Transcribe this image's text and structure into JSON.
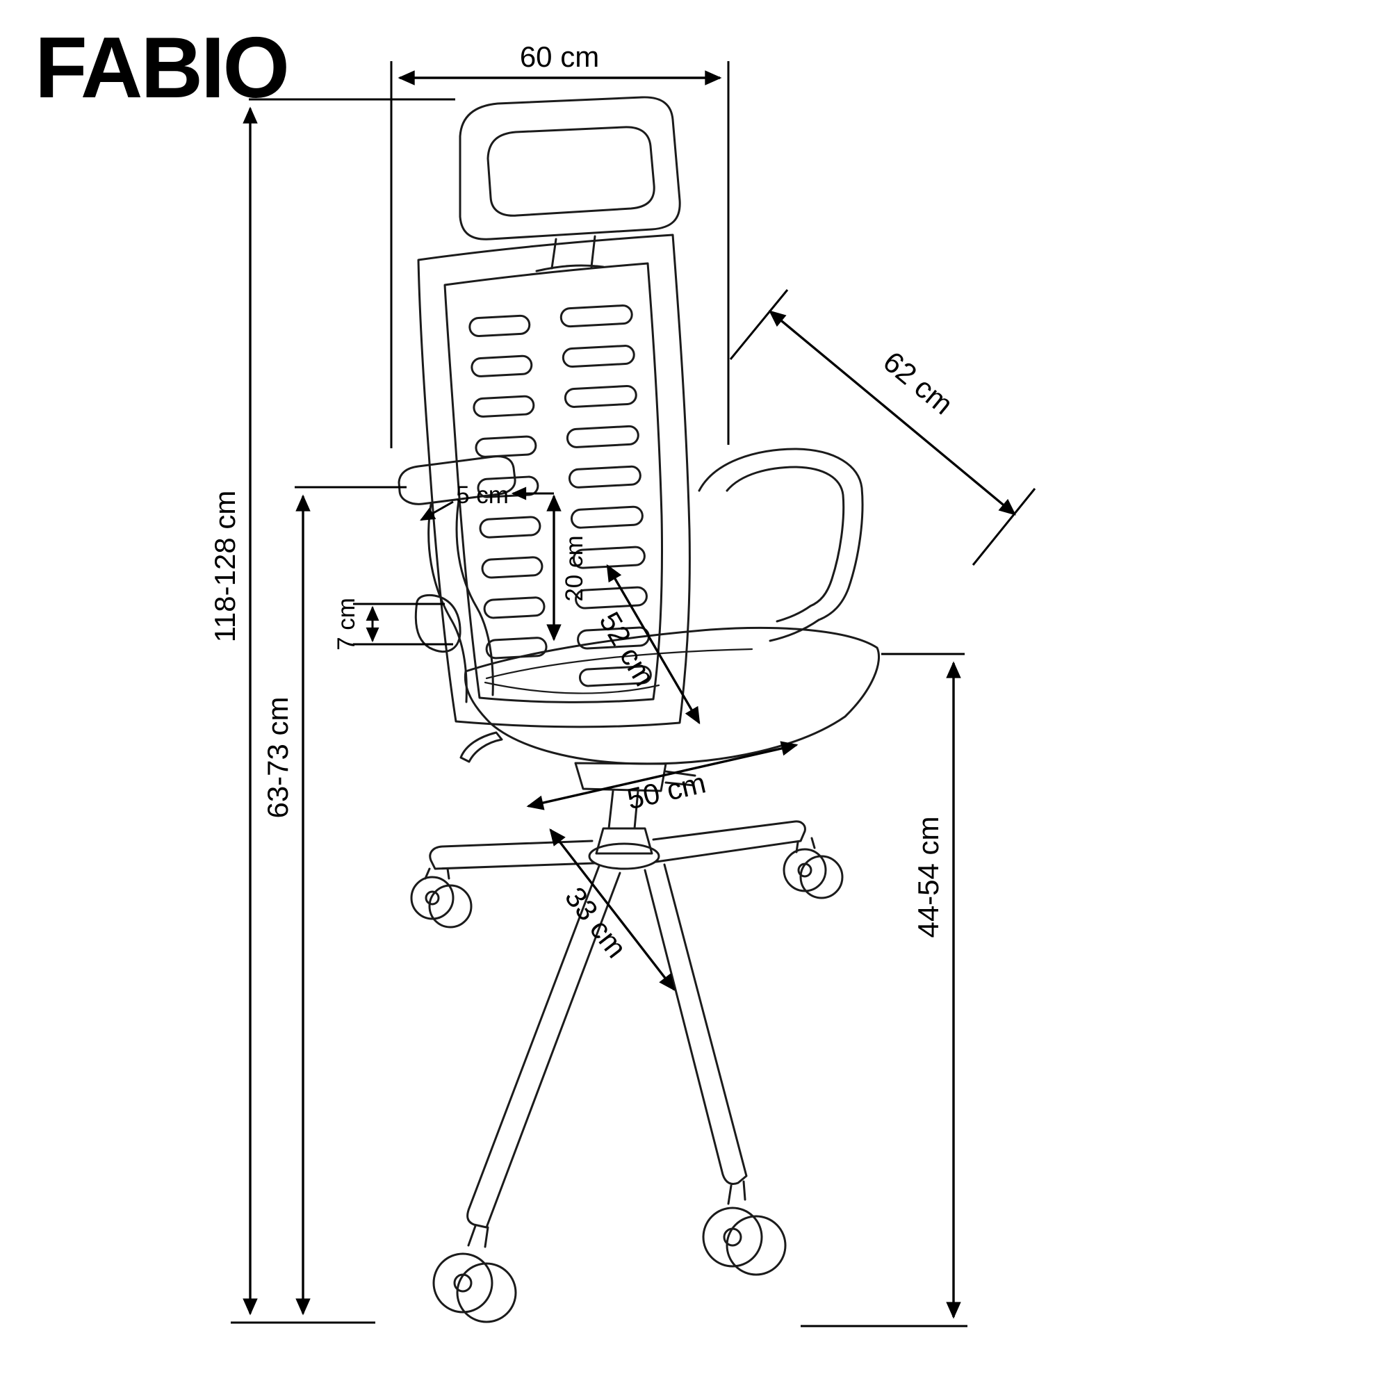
{
  "title": "FABIO",
  "diagram": {
    "labels": {
      "width": "60 cm",
      "total_height": "118-128 cm",
      "armrest_height": "63-73 cm",
      "backrest_diagonal": "62 cm",
      "armrest_inset": "5 cm",
      "backrest_depth": "20 cm",
      "armrest_pad_thickness": "7 cm",
      "seat_depth": "52 cm",
      "seat_width": "50 cm",
      "base_leg_length": "33 cm",
      "seat_height": "44-54 cm"
    }
  }
}
